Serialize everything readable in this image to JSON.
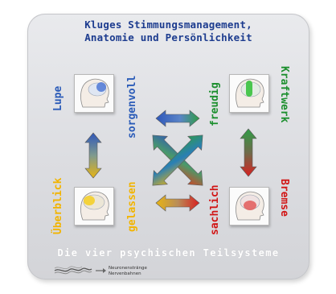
{
  "title_line1": "Kluges Stimmungsmanagement,",
  "title_line2": "Anatomie und Persönlichkeit",
  "labels": {
    "lupe": "Lupe",
    "sorgenvoll": "sorgenvoll",
    "freudig": "freudig",
    "kraftwerk": "Kraftwerk",
    "ueberblick": "Überblick",
    "gelassen": "gelassen",
    "sachlich": "sachlich",
    "bremse": "Bremse"
  },
  "footer": "Die vier psychischen Teilsysteme",
  "legend": {
    "line1": "Neuronenstränge",
    "line2": "Nervenbahnen"
  },
  "colors": {
    "title": "#1d3c8f",
    "lupe": "#2a5bb8",
    "sorgenvoll": "#2a5bb8",
    "freudig": "#1c8f2e",
    "kraftwerk": "#1c8f2e",
    "ueberblick": "#f2b400",
    "gelassen": "#f2b400",
    "sachlich": "#d11616",
    "bremse": "#d11616"
  }
}
